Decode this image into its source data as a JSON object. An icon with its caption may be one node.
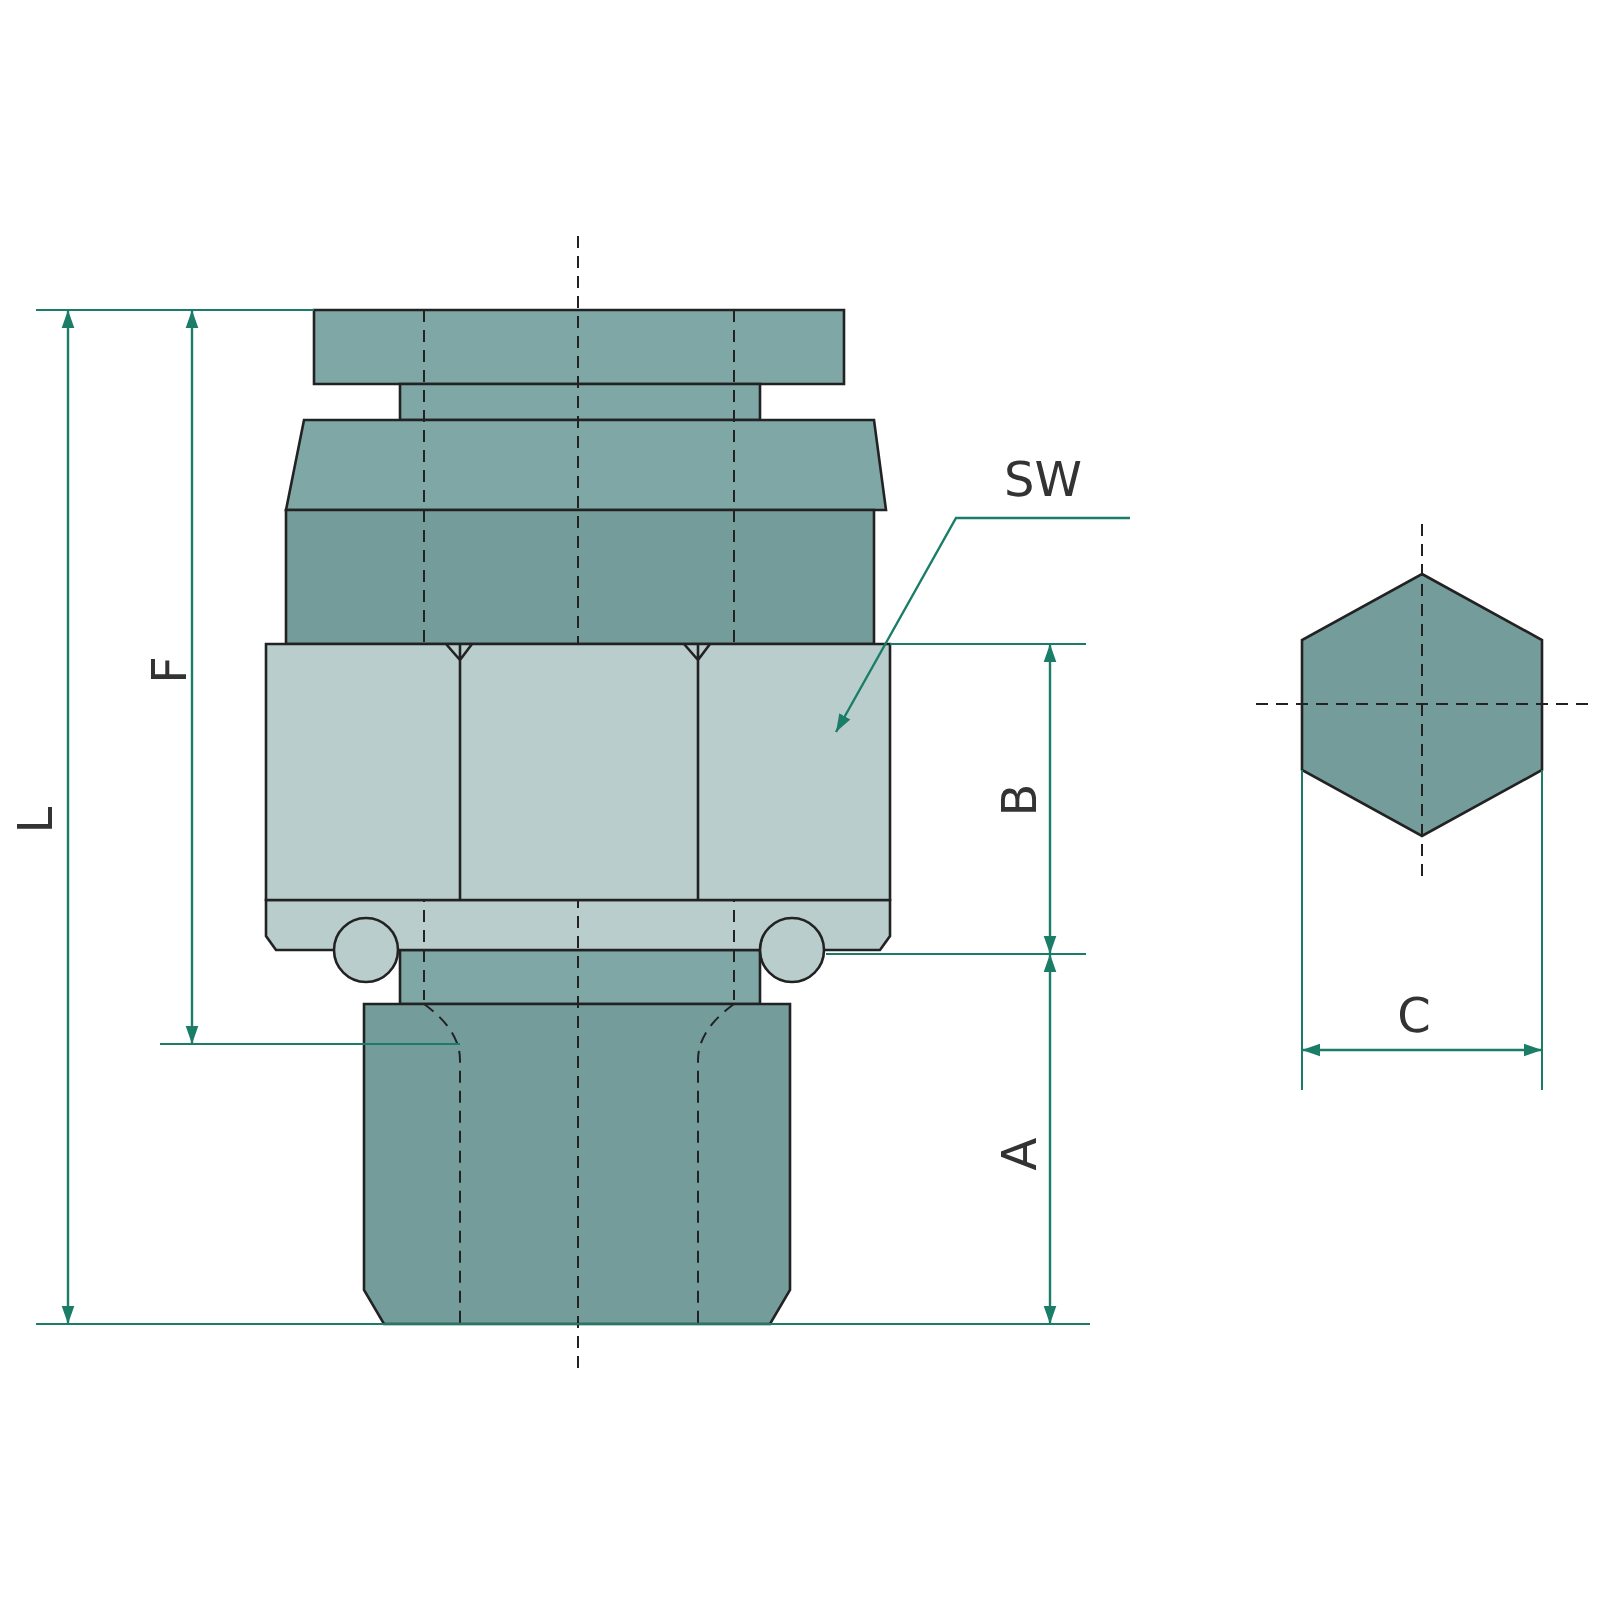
{
  "diagram": {
    "nodes": [
      {
        "text": [
          "SW"
        ]
      },
      {
        "text": [],
        "shape": "box"
      }
    ],
    "edges": [
      {
        "from": 0,
        "to": 1,
        "arrow": "to"
      }
    ],
    "labels": [
      "L",
      "F",
      "B",
      "A",
      "C"
    ]
  }
}
